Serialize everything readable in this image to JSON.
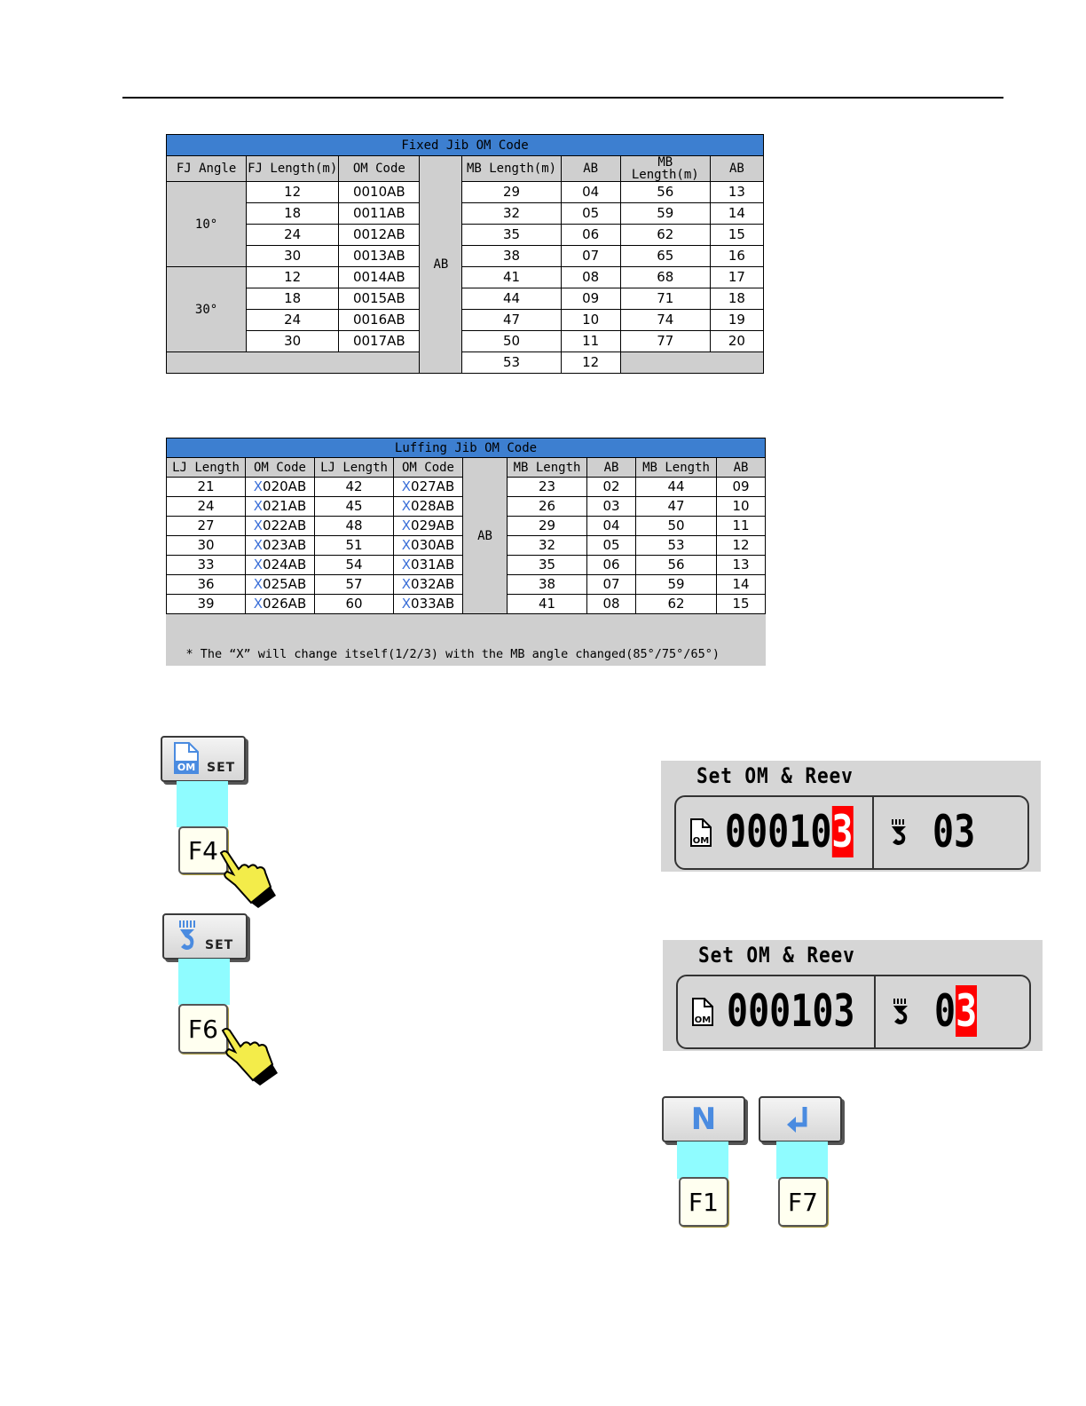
{
  "fixed_jib": {
    "title": "Fixed Jib OM Code",
    "headers": [
      "FJ Angle",
      "FJ Length(m)",
      "OM Code",
      "MB Length(m)",
      "AB",
      "MB Length(m)",
      "AB"
    ],
    "ab_label": "AB",
    "groups": [
      {
        "angle": "10°",
        "rows": [
          [
            "12",
            "0010AB"
          ],
          [
            "18",
            "0011AB"
          ],
          [
            "24",
            "0012AB"
          ],
          [
            "30",
            "0013AB"
          ]
        ]
      },
      {
        "angle": "30°",
        "rows": [
          [
            "12",
            "0014AB"
          ],
          [
            "18",
            "0015AB"
          ],
          [
            "24",
            "0016AB"
          ],
          [
            "30",
            "0017AB"
          ]
        ]
      }
    ],
    "mb_rows": [
      [
        "29",
        "04",
        "56",
        "13"
      ],
      [
        "32",
        "05",
        "59",
        "14"
      ],
      [
        "35",
        "06",
        "62",
        "15"
      ],
      [
        "38",
        "07",
        "65",
        "16"
      ],
      [
        "41",
        "08",
        "68",
        "17"
      ],
      [
        "44",
        "09",
        "71",
        "18"
      ],
      [
        "47",
        "10",
        "74",
        "19"
      ],
      [
        "50",
        "11",
        "77",
        "20"
      ],
      [
        "53",
        "12",
        "",
        ""
      ]
    ]
  },
  "luffing_jib": {
    "title": "Luffing Jib OM Code",
    "headers": [
      "LJ Length",
      "OM Code",
      "LJ Length",
      "OM Code",
      "MB Length",
      "AB",
      "MB Length",
      "AB"
    ],
    "ab_label": "AB",
    "x_char": "X",
    "rows": [
      [
        "21",
        "020AB",
        "42",
        "027AB",
        "23",
        "02",
        "44",
        "09"
      ],
      [
        "24",
        "021AB",
        "45",
        "028AB",
        "26",
        "03",
        "47",
        "10"
      ],
      [
        "27",
        "022AB",
        "48",
        "029AB",
        "29",
        "04",
        "50",
        "11"
      ],
      [
        "30",
        "023AB",
        "51",
        "030AB",
        "32",
        "05",
        "53",
        "12"
      ],
      [
        "33",
        "024AB",
        "54",
        "031AB",
        "35",
        "06",
        "56",
        "13"
      ],
      [
        "36",
        "025AB",
        "57",
        "032AB",
        "38",
        "07",
        "59",
        "14"
      ],
      [
        "39",
        "026AB",
        "60",
        "033AB",
        "41",
        "08",
        "62",
        "15"
      ]
    ],
    "note": "*  The “X” will change itself(1/2/3) with the MB angle changed(85°/75°/65°)"
  },
  "keys": {
    "om_set_label": "SET",
    "om_icon_text": "OM",
    "reev_set_label": "SET",
    "f4": "F4",
    "f6": "F6",
    "f1": "F1",
    "f7": "F7",
    "n_key": "N",
    "enter_key": "↲"
  },
  "panel1": {
    "title": "Set OM & Reev",
    "om_prefix": "00010",
    "om_highlight": "3",
    "reev_prefix": "03",
    "reev_highlight": "",
    "om_icon": "OM"
  },
  "panel2": {
    "title": "Set OM & Reev",
    "om_prefix": "000103",
    "om_highlight": "",
    "reev_prefix": "0",
    "reev_highlight": "3",
    "om_icon": "OM"
  }
}
